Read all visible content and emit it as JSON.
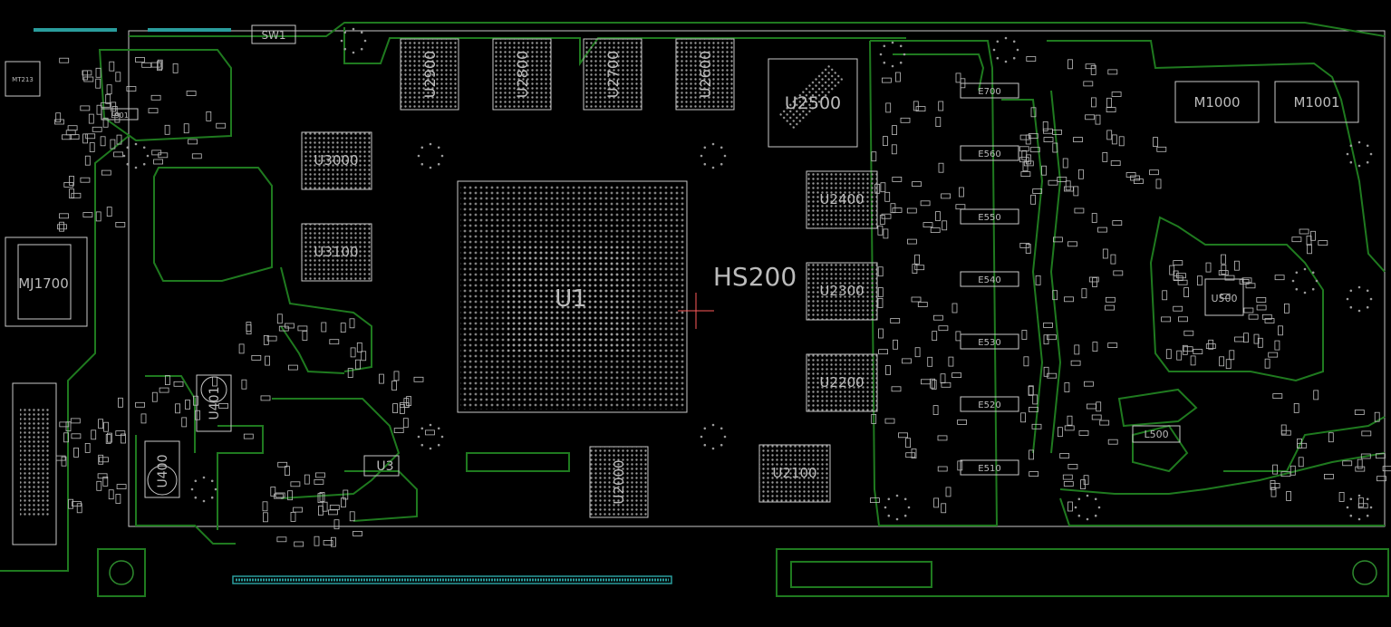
{
  "colors": {
    "background": "#000000",
    "outline": "#c8c8c8",
    "trace": "#1f7a1f",
    "trace_bright": "#2e8b2e",
    "pad": "#bdbdbd",
    "edge_connector": "#2a9d9d",
    "label": "#bbbbbb",
    "cursor": "#ff5a5a"
  },
  "labels": {
    "u1": "U1",
    "hs200": "HS200",
    "u2900": "U2900",
    "u2800": "U2800",
    "u2700": "U2700",
    "u2600": "U2600",
    "u2500": "U2500",
    "u3000": "U3000",
    "u3100": "U3100",
    "u2400": "U2400",
    "u2300": "U2300",
    "u2200": "U2200",
    "u2100": "U2100",
    "u2000": "U2000",
    "u3": "U3",
    "u400": "U400",
    "u401": "U401",
    "u500": "U500",
    "sw1": "SW1",
    "mj1700": "MJ1700",
    "m1000": "M1000",
    "m1001": "M1001",
    "mt213": "MT213",
    "l901": "L901",
    "l500": "L500",
    "e700": "E700",
    "e560": "E560",
    "e550": "E550",
    "e540": "E540",
    "e530": "E530",
    "e520": "E520",
    "e510": "E510"
  }
}
